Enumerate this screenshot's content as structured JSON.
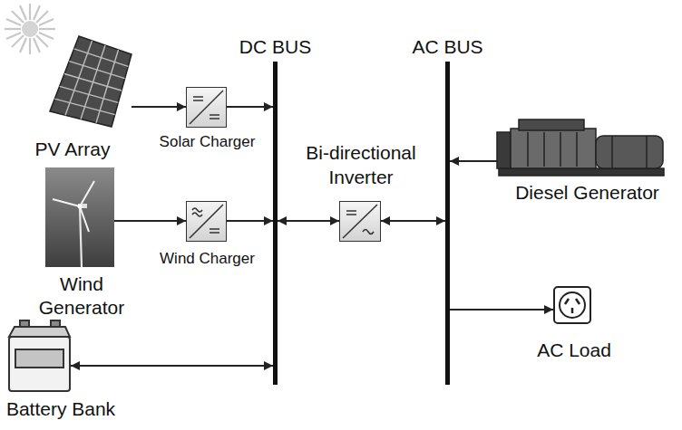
{
  "diagram": {
    "nodes": [
      {
        "text": [
          "DC BUS"
        ]
      },
      {
        "text": [
          "AC BUS"
        ]
      },
      {
        "text": [
          "PV Array"
        ]
      },
      {
        "text": [
          "Solar Charger"
        ]
      },
      {
        "text": [
          "Bi-directional Inverter"
        ]
      },
      {
        "text": [
          "Diesel Generator"
        ]
      },
      {
        "text": [
          "Wind Generator"
        ]
      },
      {
        "text": [
          "Wind Charger"
        ]
      },
      {
        "text": [
          "AC Load"
        ]
      },
      {
        "text": [
          "Battery Bank"
        ]
      }
    ],
    "edges": [
      {
        "from": 2,
        "to": 3,
        "arrow": "to"
      },
      {
        "from": 3,
        "to": 0,
        "arrow": "to"
      },
      {
        "from": 6,
        "to": 7,
        "arrow": "to"
      },
      {
        "from": 7,
        "to": 0,
        "arrow": "to"
      },
      {
        "from": 9,
        "to": 0,
        "arrow": "both"
      },
      {
        "from": 0,
        "to": 4,
        "arrow": "both"
      },
      {
        "from": 4,
        "to": 1,
        "arrow": "both"
      },
      {
        "from": 5,
        "to": 1,
        "arrow": "to"
      },
      {
        "from": 1,
        "to": 8,
        "arrow": "to"
      }
    ]
  }
}
